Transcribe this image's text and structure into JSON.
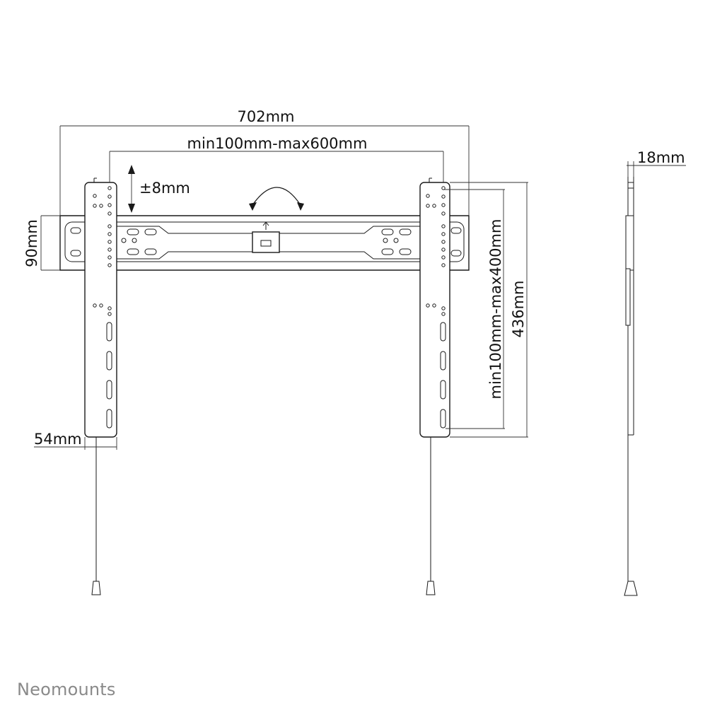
{
  "dimensions": {
    "overall_width": "702mm",
    "vesa_horizontal": "min100mm-max600mm",
    "vertical_adjust": "±8mm",
    "rail_height": "90mm",
    "strip_width": "54mm",
    "vesa_vertical": "min100mm-max400mm",
    "strip_height": "436mm",
    "depth": "18mm"
  },
  "brand": {
    "name": "Neomounts",
    "color": "#8a8a8a"
  }
}
